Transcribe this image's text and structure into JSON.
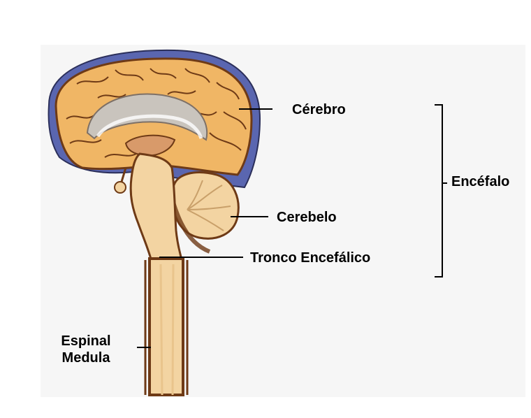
{
  "labels": {
    "cerebro": "Cérebro",
    "cerebelo": "Cerebelo",
    "tronco": "Tronco Encefálico",
    "encefalo": "Encéfalo",
    "espinal_line1": "Espinal",
    "espinal_line2": "Medula"
  },
  "colors": {
    "gyri": "#f0b665",
    "outline": "#6e3a16",
    "meninges": "#5a66b0",
    "stem": "#f3d4a2",
    "gray_matter": "#c9c4bd"
  }
}
